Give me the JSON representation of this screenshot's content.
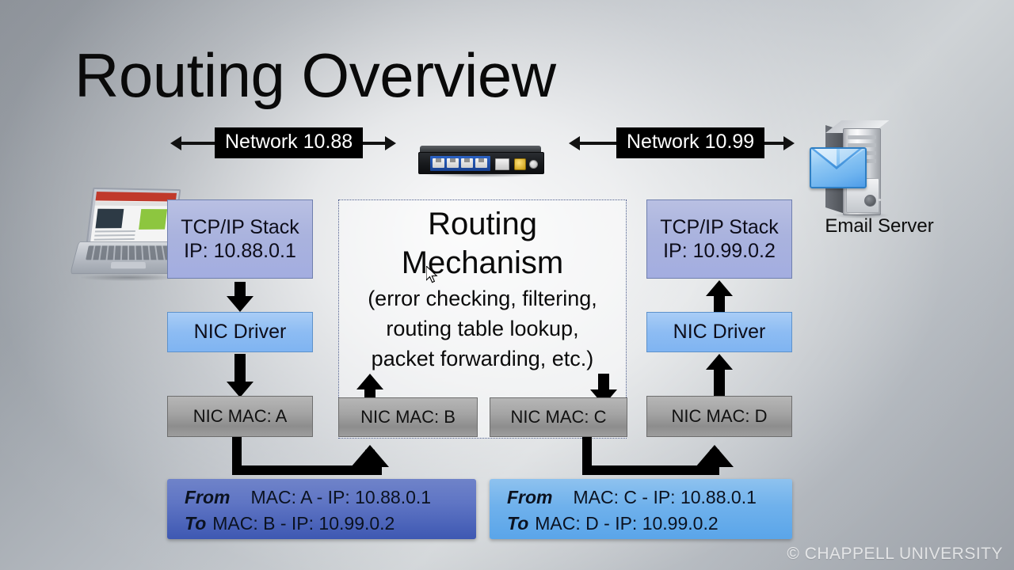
{
  "slide": {
    "title": "Routing Overview",
    "watermark": "© CHAPPELL UNIVERSITY"
  },
  "networks": [
    {
      "label": "Network 10.88",
      "side": "left"
    },
    {
      "label": "Network 10.99",
      "side": "right"
    }
  ],
  "devices": {
    "laptop": {
      "name": "laptop"
    },
    "router": {
      "name": "router"
    },
    "email_server": {
      "label": "Email Server"
    }
  },
  "left_host": {
    "tcpip_line1": "TCP/IP Stack",
    "tcpip_line2": "IP: 10.88.0.1",
    "nic_driver": "NIC Driver",
    "nic_mac": "NIC MAC: A"
  },
  "right_host": {
    "tcpip_line1": "TCP/IP Stack",
    "tcpip_line2": "IP: 10.99.0.2",
    "nic_driver": "NIC Driver",
    "nic_mac": "NIC MAC: D"
  },
  "router_box": {
    "title_line1": "Routing",
    "title_line2": "Mechanism",
    "sub_line1": "(error checking, filtering,",
    "sub_line2": "routing table lookup,",
    "sub_line3": "packet forwarding, etc.)",
    "nic_mac_in": "NIC MAC: B",
    "nic_mac_out": "NIC MAC: C"
  },
  "frames": [
    {
      "from_key": "From",
      "from_value": "MAC: A - IP: 10.88.0.1",
      "to_key": "To",
      "to_value": "MAC: B - IP: 10.99.0.2",
      "color": "#4a62bc"
    },
    {
      "from_key": "From",
      "from_value": "MAC: C - IP: 10.88.0.1",
      "to_key": "To",
      "to_value": "MAC: D - IP: 10.99.0.2",
      "color": "#6fb1ec"
    }
  ],
  "colors": {
    "tcpip_box": "#aab3de",
    "driver_box": "#8dbcf3",
    "mac_box": "#a4a4a4",
    "network_label_bg": "#000000",
    "arrow": "#000000"
  }
}
